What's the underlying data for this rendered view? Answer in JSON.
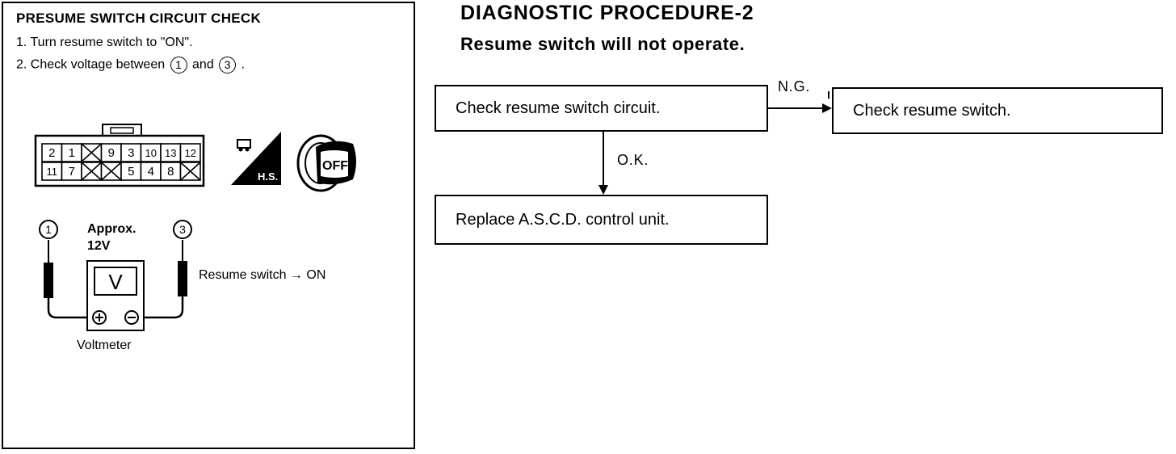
{
  "panel": {
    "title": "PRESUME SWITCH CIRCUIT CHECK",
    "step1": "1.  Turn resume switch to \"ON\".",
    "step2_prefix": "2.  Check voltage between",
    "step2_mid": "and",
    "step2_suffix": ".",
    "terminal_a": "1",
    "terminal_b": "3",
    "connector": {
      "top_row": [
        "2",
        "1",
        "x",
        "9",
        "3",
        "10",
        "13",
        "12"
      ],
      "bottom_row": [
        "11",
        "7",
        "x",
        "x",
        "5",
        "4",
        "8",
        "x"
      ]
    },
    "hs_label": "H.S.",
    "ignition_label": "OFF",
    "meter_reading": "Approx.",
    "meter_value": "12V",
    "meter_symbol": "V",
    "probe_a": "1",
    "probe_b": "3",
    "switch_note": "Resume switch  → ON",
    "voltmeter_label": "Voltmeter"
  },
  "procedure": {
    "title": "DIAGNOSTIC PROCEDURE-2",
    "subtitle": "Resume switch will not operate.",
    "box_check_circuit": "Check resume switch circuit.",
    "box_check_switch": "Check resume switch.",
    "box_replace": "Replace A.S.C.D. control unit.",
    "label_ng": "N.G.",
    "label_ok": "O.K."
  }
}
